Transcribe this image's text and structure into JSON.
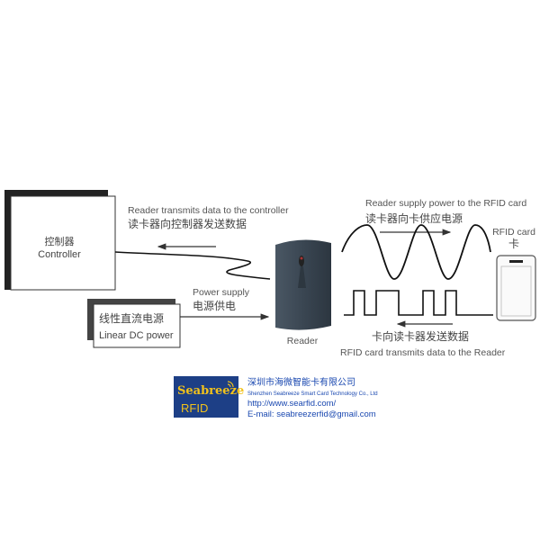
{
  "controller": {
    "cn": "控制器",
    "en": "Controller"
  },
  "power_source": {
    "cn": "线性直流电源",
    "en": "Linear DC power"
  },
  "reader": {
    "label": "Reader"
  },
  "card": {
    "en": "RFID card",
    "cn": "卡"
  },
  "labels": {
    "reader_to_controller_en": "Reader transmits data to the controller",
    "reader_to_controller_cn": "读卡器向控制器发送数据",
    "power_supply_en": "Power supply",
    "power_supply_cn": "电源供电",
    "reader_to_card_en": "Reader supply power to the RFID card",
    "reader_to_card_cn": "读卡器向卡供应电源",
    "card_to_reader_cn": "卡向读卡器发送数据",
    "card_to_reader_en": "RFID card transmits data to the Reader"
  },
  "watermark": {
    "logo_top": "Seabreeze",
    "logo_bottom": "RFID",
    "company_cn": "深圳市海微智能卡有限公司",
    "company_en": "Shenzhen Seabreeze Smart Card Technology Co., Ltd",
    "url": "http://www.searfid.com/",
    "email": "E-mail: seabreezerfid@gmail.com"
  },
  "colors": {
    "reader": "#3f4b57",
    "watermark_blue": "#1a48b0",
    "logo_bg": "#1d3f86",
    "logo_text": "#f2c21b"
  }
}
